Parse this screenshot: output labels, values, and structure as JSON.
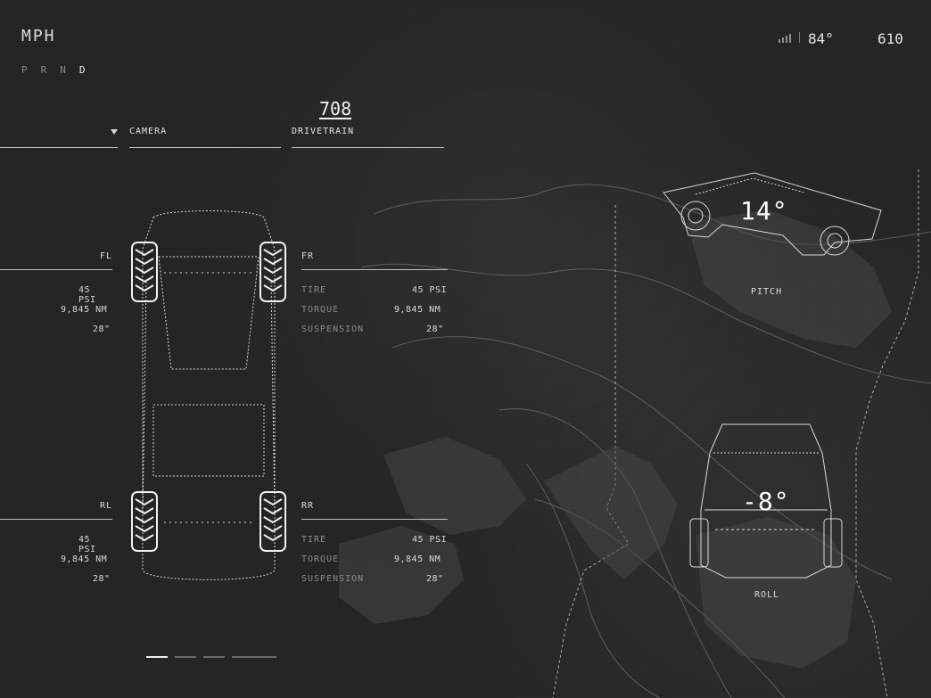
{
  "top": {
    "speed_unit": "MPH",
    "gears": [
      "P",
      "R",
      "N",
      "D"
    ],
    "temp": "84°",
    "range": "610"
  },
  "header": {
    "metric_value": "708",
    "tabs": [
      {
        "label": ""
      },
      {
        "label": "CAMERA"
      },
      {
        "label": "DRIVETRAIN"
      }
    ]
  },
  "wheels": {
    "fl": {
      "name": "FL",
      "tire_value": "45 PSI",
      "torque_value": "9,845 NM",
      "suspension_value": "28\""
    },
    "fr": {
      "name": "FR",
      "tire_label": "TIRE",
      "torque_label": "TORQUE",
      "suspension_label": "SUSPENSION",
      "tire_value": "45 PSI",
      "torque_value": "9,845 NM",
      "suspension_value": "28\""
    },
    "rl": {
      "name": "RL",
      "tire_value": "45 PSI",
      "torque_value": "9,845 NM",
      "suspension_value": "28\""
    },
    "rr": {
      "name": "RR",
      "tire_label": "TIRE",
      "torque_label": "TORQUE",
      "suspension_label": "SUSPENSION",
      "tire_value": "45 PSI",
      "torque_value": "9,845 NM",
      "suspension_value": "28\""
    }
  },
  "orientation": {
    "pitch_value": "14°",
    "pitch_label": "PITCH",
    "roll_value": "-8°",
    "roll_label": "ROLL"
  },
  "icons": {
    "signal": "signal-icon",
    "dropdown": "dropdown-caret-icon",
    "tire": "tire-icon",
    "vehicle_top": "vehicle-top-icon",
    "vehicle_side": "vehicle-side-icon",
    "vehicle_rear": "vehicle-rear-icon"
  },
  "colors": {
    "background": "#242424",
    "primary": "#ffffff",
    "muted": "#8a8a8a"
  }
}
